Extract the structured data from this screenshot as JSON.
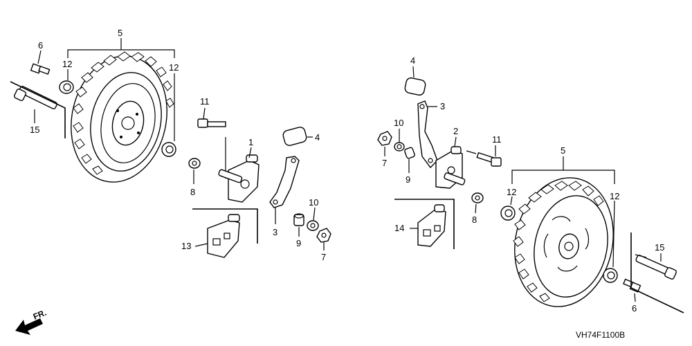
{
  "callouts": [
    {
      "id": "c5-left",
      "text": "5"
    },
    {
      "id": "c12-left-a",
      "text": "12"
    },
    {
      "id": "c12-left-b",
      "text": "12"
    },
    {
      "id": "c6-left",
      "text": "6"
    },
    {
      "id": "c15-left",
      "text": "15"
    },
    {
      "id": "c11-left",
      "text": "11"
    },
    {
      "id": "c1",
      "text": "1"
    },
    {
      "id": "c4-left",
      "text": "4"
    },
    {
      "id": "c8-left",
      "text": "8"
    },
    {
      "id": "c3-left",
      "text": "3"
    },
    {
      "id": "c10-left",
      "text": "10"
    },
    {
      "id": "c9-left",
      "text": "9"
    },
    {
      "id": "c7-left",
      "text": "7"
    },
    {
      "id": "c13",
      "text": "13"
    },
    {
      "id": "c4-right",
      "text": "4"
    },
    {
      "id": "c3-right",
      "text": "3"
    },
    {
      "id": "c10-right",
      "text": "10"
    },
    {
      "id": "c7-right",
      "text": "7"
    },
    {
      "id": "c9-right",
      "text": "9"
    },
    {
      "id": "c2",
      "text": "2"
    },
    {
      "id": "c11-right",
      "text": "11"
    },
    {
      "id": "c5-right",
      "text": "5"
    },
    {
      "id": "c12-right-a",
      "text": "12"
    },
    {
      "id": "c12-right-b",
      "text": "12"
    },
    {
      "id": "c8-right",
      "text": "8"
    },
    {
      "id": "c14",
      "text": "14"
    },
    {
      "id": "c15-right",
      "text": "15"
    },
    {
      "id": "c6-right",
      "text": "6"
    }
  ],
  "direction_label": "FR.",
  "diagram_code": "VH74F1100B"
}
